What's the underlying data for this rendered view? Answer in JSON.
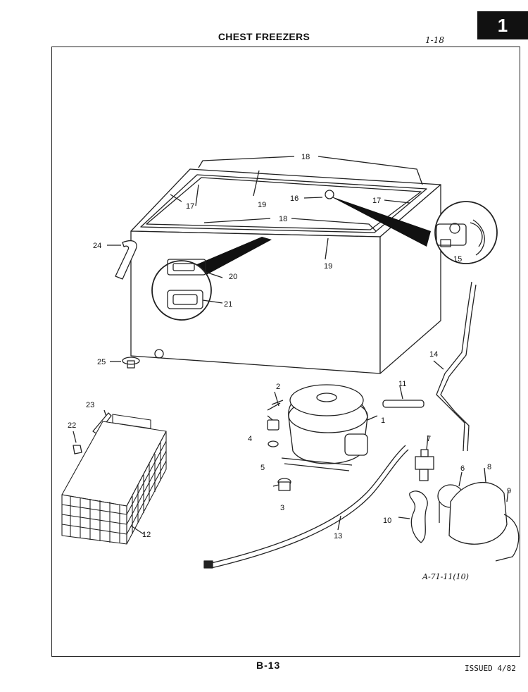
{
  "header": {
    "title": "CHEST FREEZERS",
    "page_ref": "1-18",
    "tab_number": "1"
  },
  "footer": {
    "page_code": "B-13",
    "issued": "ISSUED 4/82"
  },
  "drawing_ref": "A-71-11(10)",
  "callouts": [
    "1",
    "2",
    "3",
    "4",
    "5",
    "6",
    "7",
    "8",
    "9",
    "10",
    "11",
    "12",
    "13",
    "14",
    "15",
    "16",
    "17",
    "17",
    "18",
    "18",
    "19",
    "19",
    "20",
    "21",
    "22",
    "23",
    "24",
    "25"
  ]
}
